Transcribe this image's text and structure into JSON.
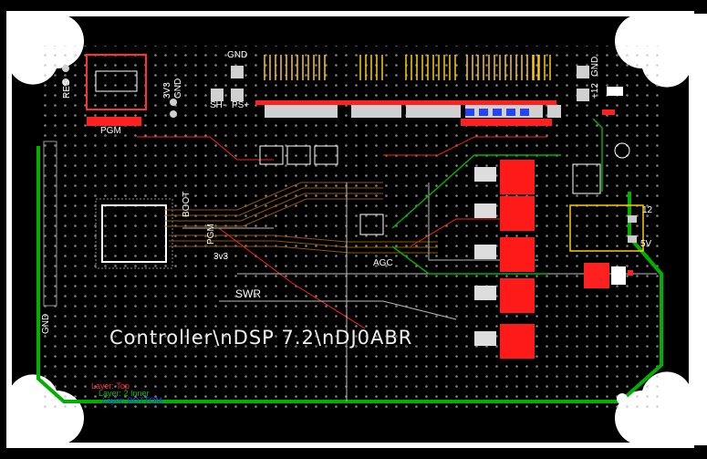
{
  "board": {
    "title": "Controller\\nDSP 7.2\\nDJ0ABR",
    "colors": {
      "background": "#000000",
      "outline": "#ffffff",
      "copper_top": "#ff0000",
      "copper_bottom": "#00b000",
      "silkscreen": "#ffffff",
      "pad": "#c0c0c0",
      "pin_header": "#ffcc00",
      "trace_blue": "#2244ff"
    }
  },
  "labels": {
    "gnd_top": "GND",
    "sh_minus": "SH-",
    "ps_plus": "PS+",
    "res": "RES",
    "v3_3_top": "3V3",
    "gnd_left_top": "GND",
    "pgm_top": "PGM",
    "boot": "BOOT",
    "pgm_mid": "PGM",
    "v3_3_mid": "3v3",
    "agc": "AGC",
    "swr": "SWR",
    "gnd_left_bottom": "GND",
    "v12_right": "+12",
    "gnd_right": "GND",
    "v12": "12",
    "v5": "5V"
  },
  "legend": {
    "layer_top": "Layer: Top",
    "layer_inner": "Layer: 2 Inner",
    "layer_bottom": "Layer: BOTTOM"
  }
}
